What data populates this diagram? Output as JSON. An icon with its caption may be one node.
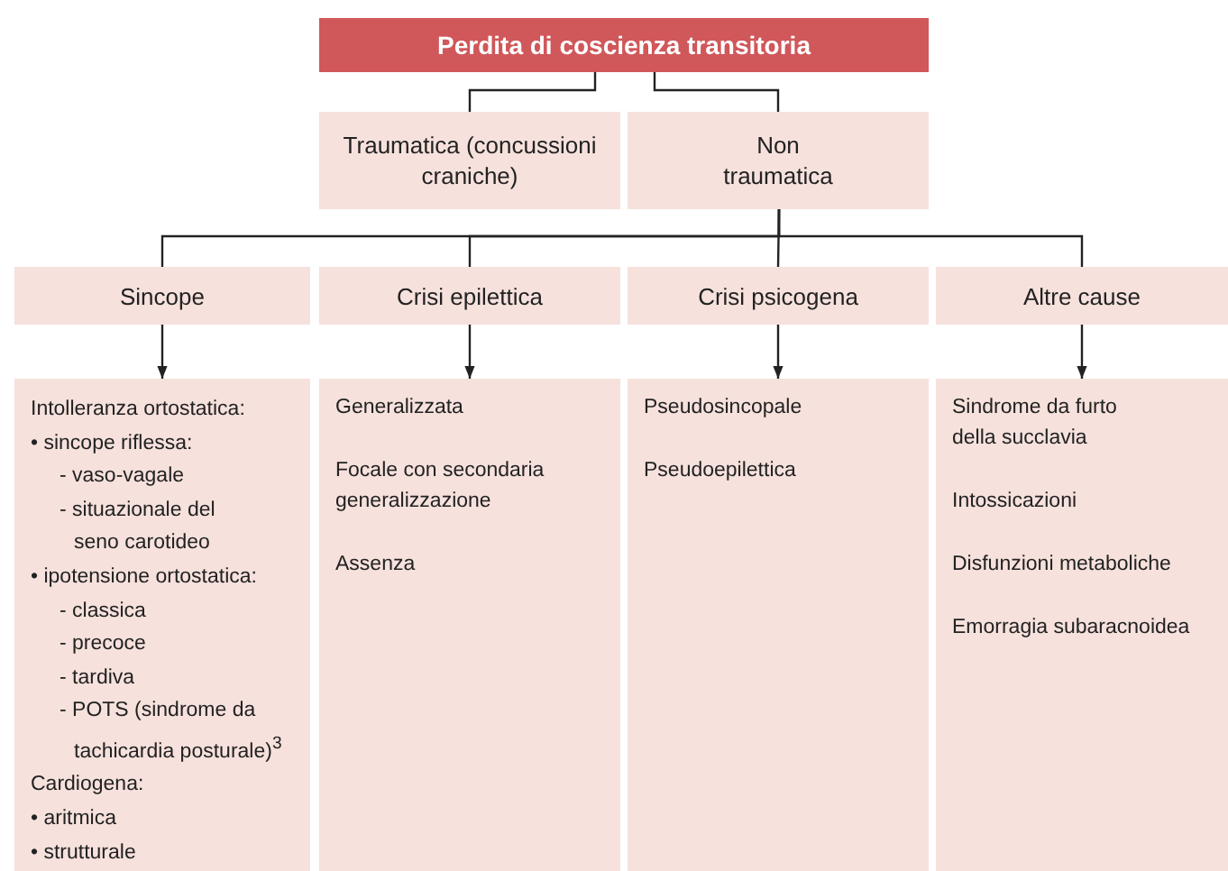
{
  "diagram": {
    "nodes": [
      {
        "text": [
          "Perdita di coscienza transitoria"
        ]
      },
      {
        "text": [
          "Traumatica (concussioni craniche)"
        ]
      },
      {
        "text": [
          "Non traumatica"
        ]
      },
      {
        "text": [
          "Sincope"
        ]
      },
      {
        "text": [
          "Crisi epilettica"
        ]
      },
      {
        "text": [
          "Crisi psicogena"
        ]
      },
      {
        "text": [
          "Altre cause"
        ]
      },
      {
        "text": [
          "Intolleranza ortostatica:",
          "• sincope riflessa:",
          "- vaso-vagale",
          "- situazionale del seno carotideo",
          "• ipotensione ortostatica:",
          "- classica",
          "- precoce",
          "- tardiva",
          "- POTS (sindrome da tachicardia posturale)$^{3}$",
          "Cardiogena:",
          "• aritmica",
          "• strutturale"
        ]
      },
      {
        "text": [
          "Generalizzata",
          "Focale con secondaria generalizzazione",
          "Assenza"
        ]
      },
      {
        "text": [
          "Pseudosincopale",
          "Pseudoepilettica"
        ]
      },
      {
        "text": [
          "Sindrome da furto della succlavia",
          "Intossicazioni",
          "Disfunzioni metaboliche",
          "Emorragia subaracnoidea"
        ]
      }
    ],
    "edges": [
      {
        "from": 0,
        "to": 1,
        "arrow": "none"
      },
      {
        "from": 0,
        "to": 2,
        "arrow": "none"
      },
      {
        "from": 2,
        "to": 3,
        "arrow": "none"
      },
      {
        "from": 2,
        "to": 4,
        "arrow": "none"
      },
      {
        "from": 2,
        "to": 5,
        "arrow": "none"
      },
      {
        "from": 2,
        "to": 6,
        "arrow": "none"
      },
      {
        "from": 3,
        "to": 7,
        "arrow": "to"
      },
      {
        "from": 4,
        "to": 8,
        "arrow": "to"
      },
      {
        "from": 5,
        "to": 9,
        "arrow": "to"
      },
      {
        "from": 6,
        "to": 10,
        "arrow": "to"
      }
    ]
  }
}
